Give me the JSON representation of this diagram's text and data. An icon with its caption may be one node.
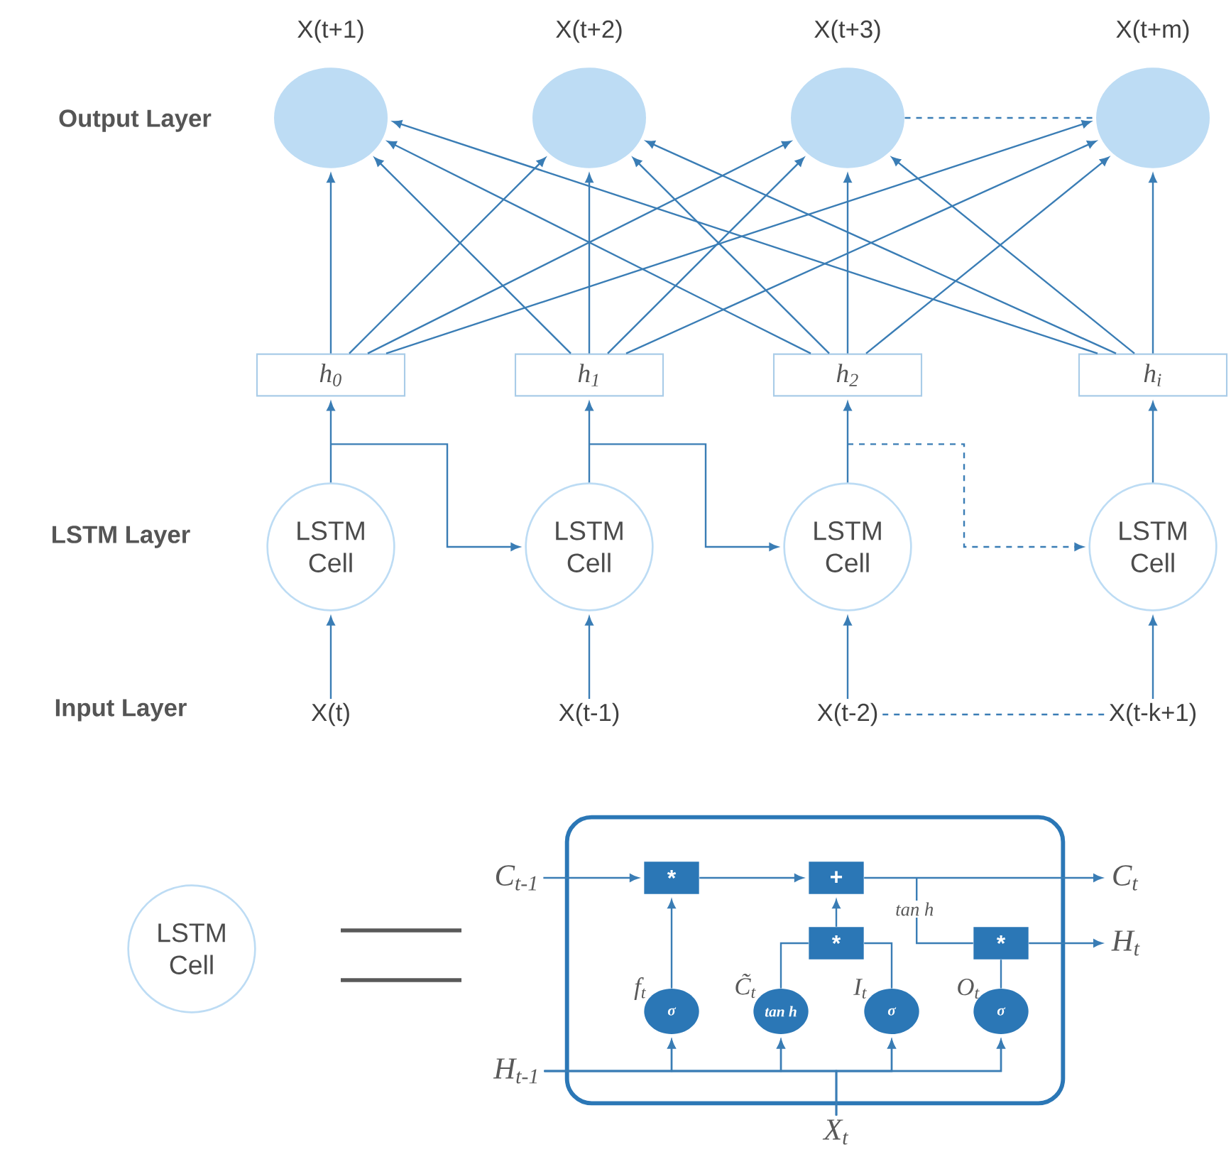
{
  "diagram": {
    "nodes": [
      {
        "text": [
          "X(t+1)"
        ]
      },
      {
        "text": [
          "X(t+2)"
        ]
      },
      {
        "text": [
          "X(t+3)"
        ]
      },
      {
        "text": [
          "X(t+m)"
        ]
      },
      {
        "text": [
          "h$_{0}$"
        ]
      },
      {
        "text": [
          "h$_{1}$"
        ]
      },
      {
        "text": [
          "h$_{2}$"
        ]
      },
      {
        "text": [
          "h$_{i}$"
        ]
      },
      {
        "text": [
          "LSTM Cell"
        ]
      },
      {
        "text": [
          "LSTM Cell"
        ]
      },
      {
        "text": [
          "LSTM Cell"
        ]
      },
      {
        "text": [
          "LSTM Cell"
        ]
      },
      {
        "text": [
          "X(t)"
        ]
      },
      {
        "text": [
          "X(t-1)"
        ]
      },
      {
        "text": [
          "X(t-2)"
        ]
      },
      {
        "text": [
          "X(t-k+1)"
        ]
      },
      {
        "text": [
          "LSTM Cell"
        ]
      },
      {
        "text": [],
        "shape": "box"
      },
      {
        "text": [
          "*"
        ],
        "in": 17
      },
      {
        "text": [
          "+"
        ],
        "in": 17
      },
      {
        "text": [
          "*"
        ],
        "in": 17
      },
      {
        "text": [
          "*"
        ],
        "in": 17
      },
      {
        "text": [
          "σ"
        ],
        "in": 17,
        "beside": [
          "f$_{t}$"
        ]
      },
      {
        "text": [
          "tan h"
        ],
        "in": 17,
        "beside": [
          "C̃$_{t}$"
        ]
      },
      {
        "text": [
          "σ"
        ],
        "in": 17,
        "beside": [
          "I$_{t}$"
        ]
      },
      {
        "text": [
          "σ"
        ],
        "in": 17,
        "beside": [
          "O$_{t}$"
        ]
      },
      {
        "text": [
          "C$_{t-1}$"
        ]
      },
      {
        "text": [
          "H$_{t-1}$"
        ]
      },
      {
        "text": [
          "X$_{t}$"
        ]
      },
      {
        "text": [
          "C$_{t}$"
        ]
      },
      {
        "text": [
          "H$_{t}$"
        ]
      }
    ],
    "edges": [
      {
        "from": 12,
        "to": 8,
        "arrow": "to"
      },
      {
        "from": 13,
        "to": 9,
        "arrow": "to"
      },
      {
        "from": 14,
        "to": 10,
        "arrow": "to"
      },
      {
        "from": 15,
        "to": 11,
        "arrow": "to"
      },
      {
        "from": 8,
        "to": 4,
        "arrow": "to"
      },
      {
        "from": 9,
        "to": 5,
        "arrow": "to"
      },
      {
        "from": 10,
        "to": 6,
        "arrow": "to"
      },
      {
        "from": 11,
        "to": 7,
        "arrow": "to"
      },
      {
        "from": 8,
        "to": 9,
        "arrow": "to"
      },
      {
        "from": 9,
        "to": 10,
        "arrow": "to"
      },
      {
        "from": 10,
        "to": 11,
        "arrow": "to",
        "style": "dashed"
      },
      {
        "from": 2,
        "to": 3,
        "arrow": "none",
        "style": "dashed"
      },
      {
        "from": 14,
        "to": 15,
        "arrow": "none",
        "style": "dashed"
      },
      {
        "from": 4,
        "to": 0,
        "arrow": "to"
      },
      {
        "from": 4,
        "to": 1,
        "arrow": "to"
      },
      {
        "from": 4,
        "to": 2,
        "arrow": "to"
      },
      {
        "from": 4,
        "to": 3,
        "arrow": "to"
      },
      {
        "from": 5,
        "to": 0,
        "arrow": "to"
      },
      {
        "from": 5,
        "to": 1,
        "arrow": "to"
      },
      {
        "from": 5,
        "to": 2,
        "arrow": "to"
      },
      {
        "from": 5,
        "to": 3,
        "arrow": "to"
      },
      {
        "from": 6,
        "to": 0,
        "arrow": "to"
      },
      {
        "from": 6,
        "to": 1,
        "arrow": "to"
      },
      {
        "from": 6,
        "to": 2,
        "arrow": "to"
      },
      {
        "from": 6,
        "to": 3,
        "arrow": "to"
      },
      {
        "from": 7,
        "to": 0,
        "arrow": "to"
      },
      {
        "from": 7,
        "to": 1,
        "arrow": "to"
      },
      {
        "from": 7,
        "to": 2,
        "arrow": "to"
      },
      {
        "from": 7,
        "to": 3,
        "arrow": "to"
      },
      {
        "from": 26,
        "to": 18,
        "arrow": "to"
      },
      {
        "from": 18,
        "to": 19,
        "arrow": "to"
      },
      {
        "from": 19,
        "to": 29,
        "arrow": "to"
      },
      {
        "from": 22,
        "to": 18,
        "arrow": "to"
      },
      {
        "from": 20,
        "to": 19,
        "arrow": "to"
      },
      {
        "from": 23,
        "to": 20,
        "arrow": "none"
      },
      {
        "from": 24,
        "to": 20,
        "arrow": "none"
      },
      {
        "from": 25,
        "to": 21,
        "arrow": "none"
      },
      {
        "from": 19,
        "to": 21,
        "arrow": "none",
        "label": "tan h"
      },
      {
        "from": 21,
        "to": 30,
        "arrow": "to"
      },
      {
        "from": 27,
        "to": 22,
        "arrow": "to"
      },
      {
        "from": 27,
        "to": 23,
        "arrow": "to"
      },
      {
        "from": 27,
        "to": 24,
        "arrow": "to"
      },
      {
        "from": 27,
        "to": 25,
        "arrow": "to"
      },
      {
        "from": 28,
        "to": 22,
        "arrow": "to"
      },
      {
        "from": 28,
        "to": 23,
        "arrow": "to"
      },
      {
        "from": 28,
        "to": 24,
        "arrow": "to"
      },
      {
        "from": 28,
        "to": 25,
        "arrow": "to"
      }
    ],
    "labels": [
      "Output Layer",
      "LSTM Layer",
      "Input Layer"
    ]
  }
}
